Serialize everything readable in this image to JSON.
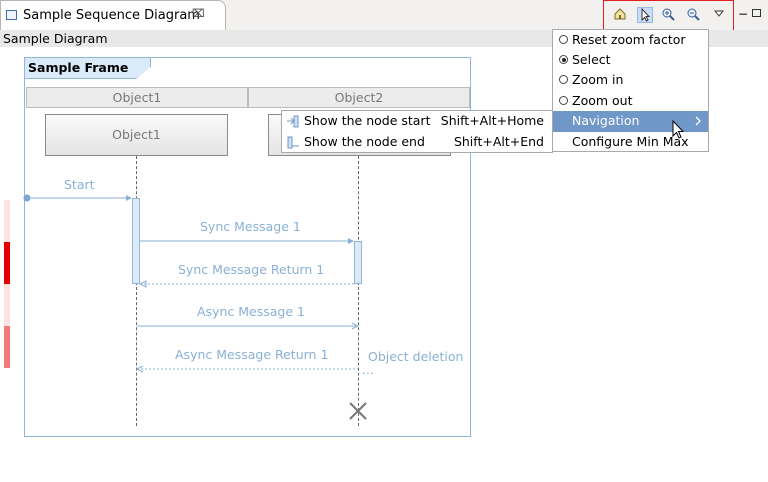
{
  "tab": {
    "title": "Sample Sequence Diagram",
    "close_symbol": "⌧",
    "icon": "diagram-icon"
  },
  "toolbar": {
    "icons": [
      "home-icon",
      "select-arrow-icon",
      "zoom-in-icon",
      "zoom-out-icon",
      "dropdown-menu-icon"
    ],
    "minimize_symbol": "−"
  },
  "diagram": {
    "title": "Sample Diagram",
    "frame_label": "Sample Frame",
    "column_headers": [
      "Object1",
      "Object2"
    ],
    "objects": [
      "Object1"
    ],
    "messages": {
      "start": "Start",
      "sync1": "Sync Message 1",
      "sync_return1": "Sync Message Return 1",
      "async1": "Async Message 1",
      "async_return1": "Async Message Return 1",
      "object_deletion": "Object deletion",
      "ellipsis": "..."
    }
  },
  "navigation_menu": {
    "items": [
      {
        "label": "Show the node start",
        "accelerator": "Shift+Alt+Home",
        "icon": "node-start-icon"
      },
      {
        "label": "Show the node end",
        "accelerator": "Shift+Alt+End",
        "icon": "node-end-icon"
      }
    ]
  },
  "main_menu": {
    "items": [
      {
        "label": "Reset zoom factor",
        "type": "radio",
        "selected": false
      },
      {
        "label": "Select",
        "type": "radio",
        "selected": true
      },
      {
        "label": "Zoom in",
        "type": "radio",
        "selected": false
      },
      {
        "label": "Zoom out",
        "type": "radio",
        "selected": false
      },
      {
        "label": "Navigation",
        "type": "submenu",
        "highlighted": true
      },
      {
        "label": "Configure Min Max",
        "type": "item"
      }
    ]
  },
  "colors": {
    "accent": "#6f97c8",
    "message": "#8ab0d6",
    "toolbar_highlight": "#e02020"
  }
}
